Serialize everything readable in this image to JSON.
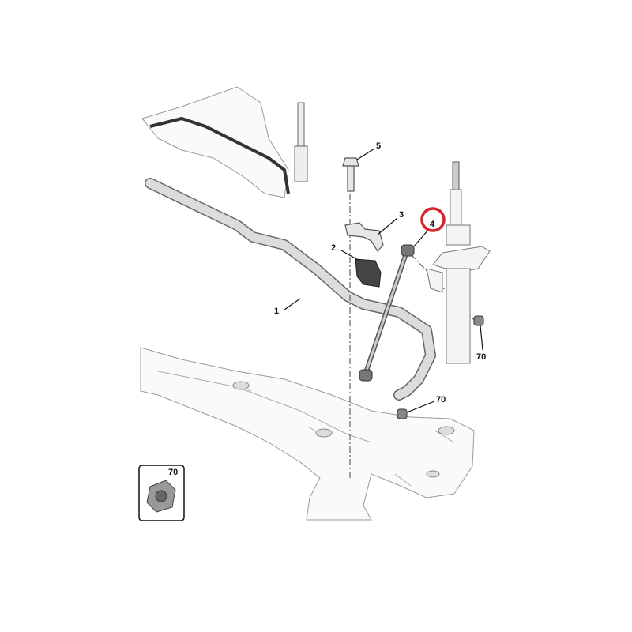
{
  "diagram": {
    "callouts": [
      {
        "id": "bolt",
        "label": "5"
      },
      {
        "id": "clamp",
        "label": "3"
      },
      {
        "id": "drop-link",
        "label": "4",
        "highlighted": true
      },
      {
        "id": "bushing",
        "label": "2"
      },
      {
        "id": "stabilizer-bar",
        "label": "1"
      },
      {
        "id": "nut-strut",
        "label": "70"
      },
      {
        "id": "nut-link",
        "label": "70"
      }
    ],
    "inset": {
      "label": "70"
    },
    "highlight_color": "#d9232a"
  }
}
